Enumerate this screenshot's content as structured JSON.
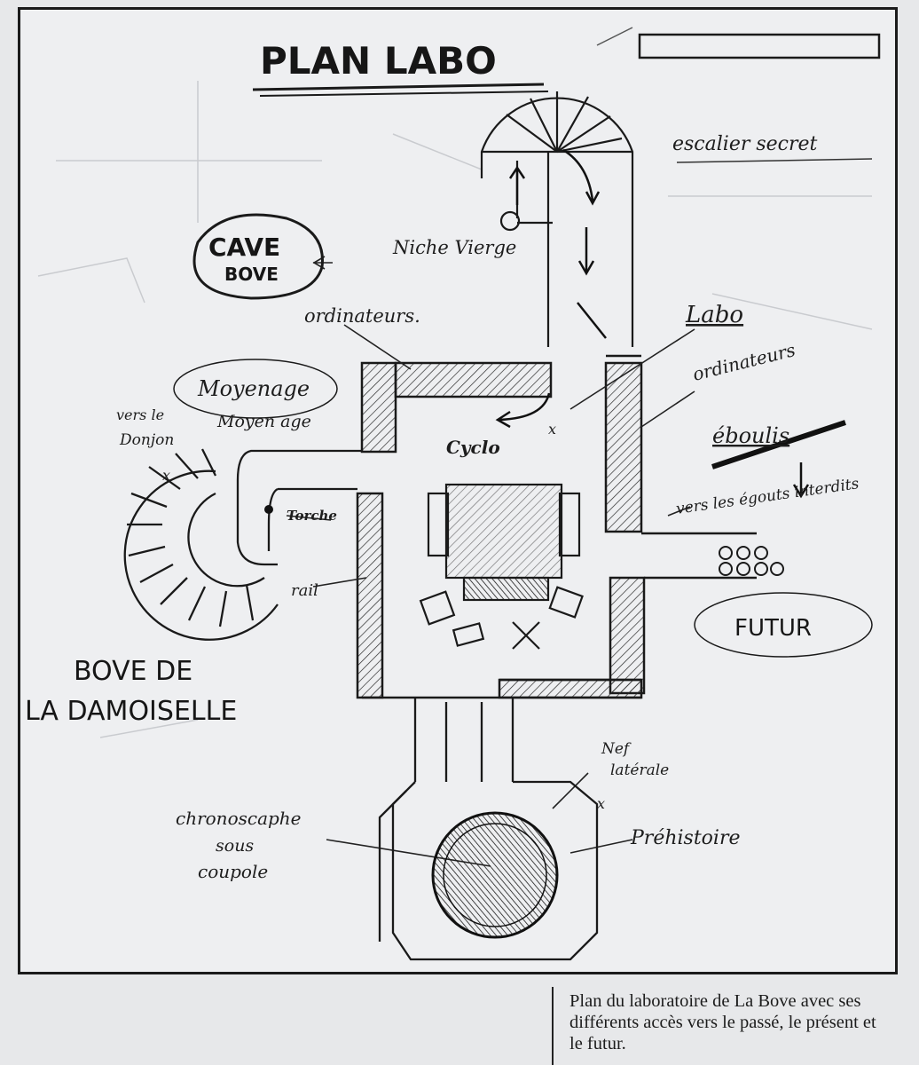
{
  "title": "PLAN LABO",
  "labels": {
    "escalier_secret": "escalier secret",
    "cave": "CAVE",
    "bove": "BOVE",
    "niche_vierge": "Niche Vierge",
    "ordinateurs_left": "ordinateurs.",
    "labo": "Labo",
    "ordinateurs_right": "ordinateurs",
    "moyenage_oval": "Moyenage",
    "vers_le": "vers le",
    "donjon": "Donjon",
    "moyen_age": "Moyen age",
    "cyclo": "Cyclo",
    "eboulis": "éboulis",
    "vers_les_egouts": "vers les égouts interdits",
    "torche": "Torche",
    "rail": "rail",
    "futur": "FUTUR",
    "bove_de": "BOVE DE",
    "la_damoiselle": "LA DAMOISELLE",
    "nef_laterale_1": "Nef",
    "nef_laterale_2": "latérale",
    "prehistoire": "Préhistoire",
    "chronoscaphe_1": "chronoscaphe",
    "chronoscaphe_2": "sous",
    "chronoscaphe_3": "coupole"
  },
  "caption": "Plan du laboratoire de La Bove avec ses différents accès vers le passé, le présent et le futur."
}
